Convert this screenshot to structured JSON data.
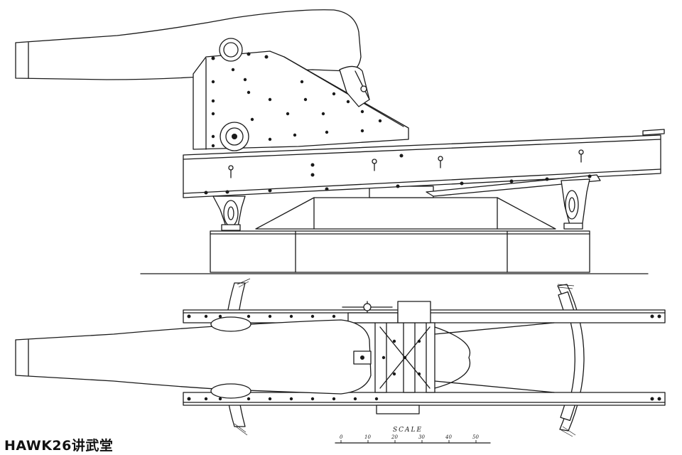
{
  "diagram": {
    "views": [
      "side-elevation",
      "plan-view"
    ]
  },
  "scale": {
    "title": "SCALE",
    "tick_labels": [
      "0",
      "10",
      "20",
      "30",
      "40",
      "50"
    ]
  },
  "watermark": {
    "text": "HAWK26讲武堂"
  }
}
